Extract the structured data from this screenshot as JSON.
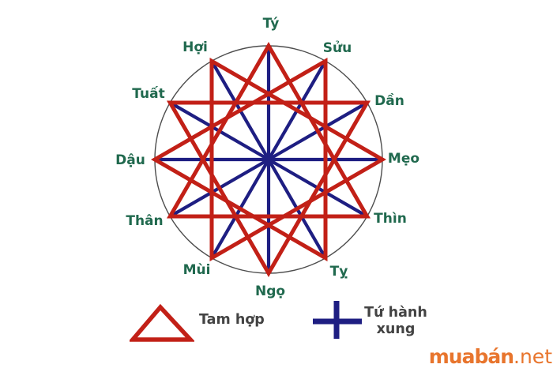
{
  "diagram": {
    "signs": [
      {
        "key": "rat",
        "name": "Tý"
      },
      {
        "key": "ox",
        "name": "Sửu"
      },
      {
        "key": "tiger",
        "name": "Dần"
      },
      {
        "key": "cat",
        "name": "Mẹo"
      },
      {
        "key": "dragon",
        "name": "Thìn"
      },
      {
        "key": "snake",
        "name": "Tỵ"
      },
      {
        "key": "horse",
        "name": "Ngọ"
      },
      {
        "key": "goat",
        "name": "Mùi"
      },
      {
        "key": "monkey",
        "name": "Thân"
      },
      {
        "key": "rooster",
        "name": "Dậu"
      },
      {
        "key": "dog",
        "name": "Tuất"
      },
      {
        "key": "pig",
        "name": "Hợi"
      }
    ],
    "tam_hop_groups": [
      [
        "Tý",
        "Thìn",
        "Thân"
      ],
      [
        "Sửu",
        "Tỵ",
        "Dậu"
      ],
      [
        "Dần",
        "Ngọ",
        "Tuất"
      ],
      [
        "Mẹo",
        "Mùi",
        "Hợi"
      ]
    ],
    "tu_hanh_xung_groups": [
      [
        "Tý",
        "Ngọ",
        "Mẹo",
        "Dậu"
      ],
      [
        "Dần",
        "Thân",
        "Tỵ",
        "Hợi"
      ],
      [
        "Thìn",
        "Tuất",
        "Sửu",
        "Mùi"
      ]
    ]
  },
  "legend": {
    "tam_hop_label": "Tam hợp",
    "tu_hanh_xung_label": "Tứ hành xung"
  },
  "brand": {
    "bold": "muabán",
    "suffix": ".net"
  },
  "colors": {
    "tam_hop_red": "#c22017",
    "tu_hanh_xung_blue": "#1e1e82",
    "label_green": "#20694e",
    "legend_text_gray": "#434343",
    "circle_gray": "#4d4d4d",
    "brand_orange": "#e8752d",
    "background": "#ffffff"
  }
}
